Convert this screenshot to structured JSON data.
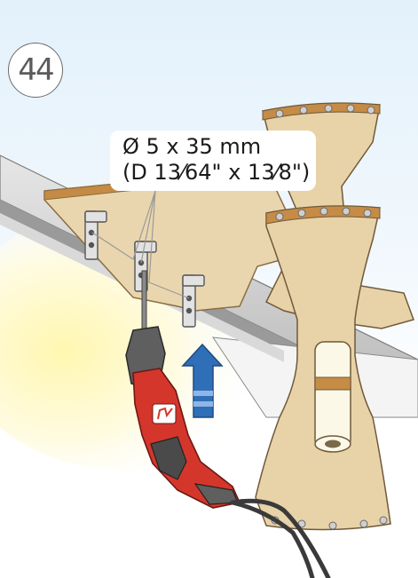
{
  "step": {
    "number": "44"
  },
  "callout": {
    "line1": "Ø 5 x 35 mm",
    "line2": "(D 13⁄64\" x 13⁄8\")"
  },
  "colors": {
    "sky": "#e3f1fb",
    "board": "#e8d2a8",
    "board_edge": "#b88a4d",
    "rail": "#c9c9c9",
    "drill_red": "#d5362b",
    "drill_grey": "#5f5f5f",
    "arrow_blue": "#2f6fb8",
    "light_yellow": "#fff3a8"
  },
  "icons": [
    "drill-icon",
    "up-arrow-icon",
    "bracket-icon"
  ]
}
